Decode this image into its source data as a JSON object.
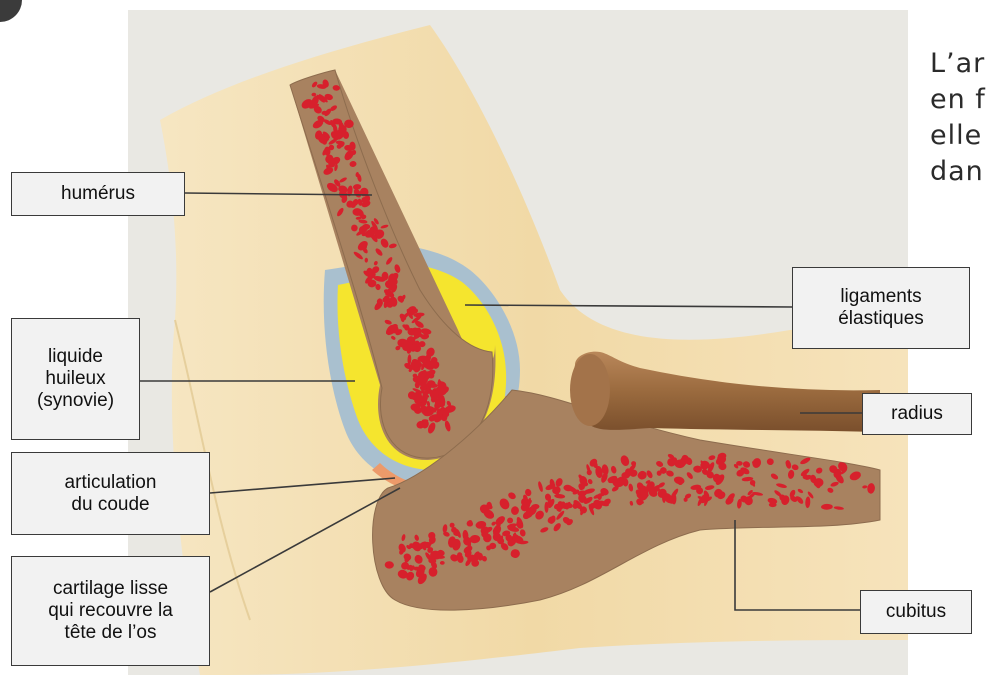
{
  "labels": {
    "humerus": [
      "humérus"
    ],
    "ligaments": [
      "ligaments",
      "élastiques"
    ],
    "liquide": [
      "liquide",
      "huileux",
      "(synovie)"
    ],
    "radius": [
      "radius"
    ],
    "articulation": [
      "articulation",
      "du coude"
    ],
    "cartilage": [
      "cartilage lisse",
      "qui recouvre la",
      "tête de l’os"
    ],
    "cubitus": [
      "cubitus"
    ]
  },
  "side_text": [
    "L’ar",
    "en f",
    "elle",
    "dan"
  ],
  "colors": {
    "background": "#e9e8e3",
    "skin": "#f3dfb2",
    "bone": "#a88260",
    "marrow": "#d7202c",
    "synovial_fluid": "#f5e52e",
    "ligament": "#a9c0cf",
    "cartilage": "#ec9a6a",
    "radius_bone": "#9a6a3e",
    "label_bg": "#f2f2f2"
  }
}
